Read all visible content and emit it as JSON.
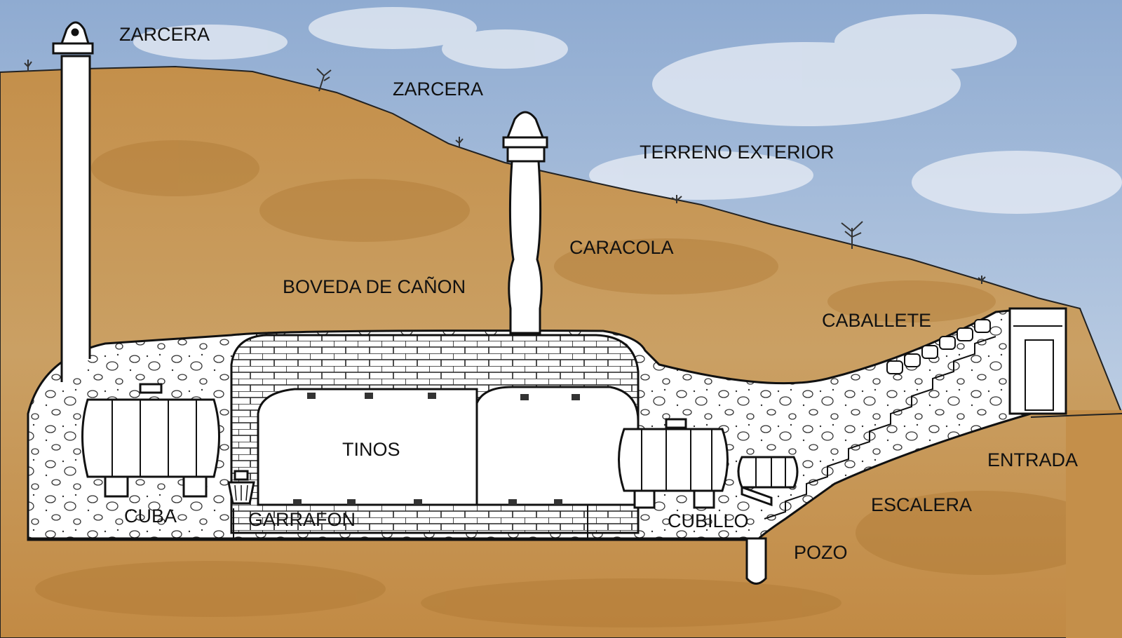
{
  "labels": {
    "zarcera_1": "ZARCERA",
    "zarcera_2": "ZARCERA",
    "terreno_exterior": "TERRENO EXTERIOR",
    "caracola": "CARACOLA",
    "boveda": "BOVEDA DE CAÑON",
    "caballete": "CABALLETE",
    "tinos": "TINOS",
    "entrada": "ENTRADA",
    "escalera": "ESCALERA",
    "cuba": "CUBA",
    "garrafon": "GARRAFON",
    "cubillo": "CUBILLO",
    "pozo": "POZO"
  },
  "colors": {
    "sky": "#9fb7d6",
    "earth": "#c99a55",
    "earth_dark": "#b07f3c",
    "stone_fill": "#ffffff",
    "ink": "#111111"
  }
}
